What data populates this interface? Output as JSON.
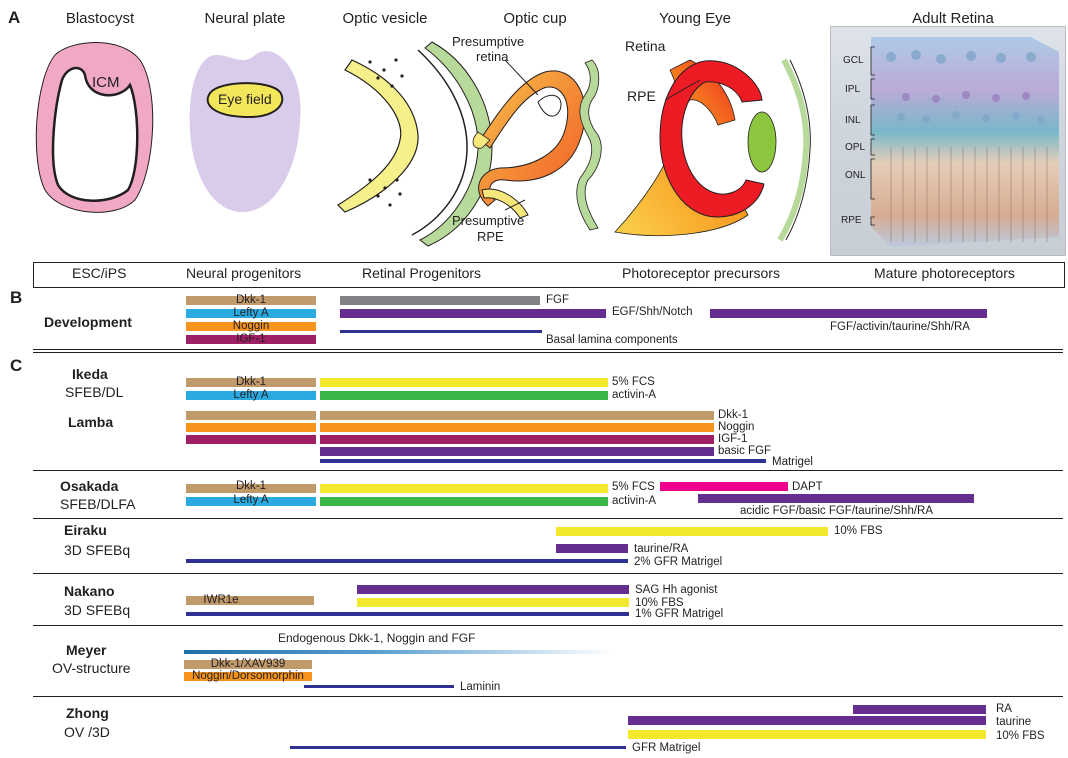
{
  "panels": {
    "a": "A",
    "b": "B",
    "c": "C"
  },
  "stages": [
    "Blastocyst",
    "Neural plate",
    "Optic vesicle",
    "Optic cup",
    "Young Eye",
    "Adult Retina"
  ],
  "diagram_labels": {
    "icm": "ICM",
    "eye_field": "Eye field",
    "presumptive_retina_1": "Presumptive",
    "presumptive_retina_2": "retina",
    "presumptive_rpe_1": "Presumptive",
    "presumptive_rpe_2": "RPE",
    "retina": "Retina",
    "rpe": "RPE"
  },
  "retina_layers": [
    "GCL",
    "IPL",
    "INL",
    "OPL",
    "ONL",
    "RPE"
  ],
  "cell_stages": [
    "ESC/iPS",
    "Neural progenitors",
    "Retinal Progenitors",
    "Photoreceptor precursors",
    "Mature photoreceptors"
  ],
  "development": {
    "name": "Development",
    "labels": [
      "Dkk-1",
      "Lefty A",
      "Noggin",
      "IGF-1",
      "FGF",
      "EGF/Shh/Notch",
      "FGF/activin/taurine/Shh/RA",
      "Basal lamina components"
    ]
  },
  "methods": [
    {
      "name": "Ikeda",
      "sub": "SFEB/DL",
      "labels": [
        "Dkk-1",
        "Lefty A",
        "5% FCS",
        "activin-A"
      ]
    },
    {
      "name": "Lamba",
      "sub": "",
      "labels": [
        "Dkk-1",
        "Noggin",
        "IGF-1",
        "basic FGF",
        "Matrigel"
      ]
    },
    {
      "name": "Osakada",
      "sub": "SFEB/DLFA",
      "labels": [
        "Dkk-1",
        "Lefty A",
        "5% FCS",
        "activin-A",
        "DAPT",
        "acidic FGF/basic FGF/taurine/Shh/RA"
      ]
    },
    {
      "name": "Eiraku",
      "sub": "3D SFEBq",
      "labels": [
        "10% FBS",
        "taurine/RA",
        "2% GFR Matrigel"
      ]
    },
    {
      "name": "Nakano",
      "sub": "3D SFEBq",
      "labels": [
        "IWR1e",
        "SAG Hh agonist",
        "10% FBS",
        "1% GFR Matrigel"
      ]
    },
    {
      "name": "Meyer",
      "sub": "OV-structure",
      "labels": [
        "Endogenous Dkk-1, Noggin and FGF",
        "Dkk-1/XAV939",
        "Noggin/Dorsomorphin",
        "Laminin"
      ]
    },
    {
      "name": "Zhong",
      "sub": "OV /3D",
      "labels": [
        "RA",
        "taurine",
        "10% FBS",
        "GFR Matrigel"
      ]
    }
  ],
  "colors": {
    "tan": "#c19a6b",
    "cyan": "#29abe2",
    "orange": "#f7941d",
    "magenta": "#9e1f63",
    "gray": "#808285",
    "purple": "#662d91",
    "navy": "#2e3192",
    "yellow": "#f2e92e",
    "green": "#39b54a",
    "pink": "#ec008c"
  }
}
